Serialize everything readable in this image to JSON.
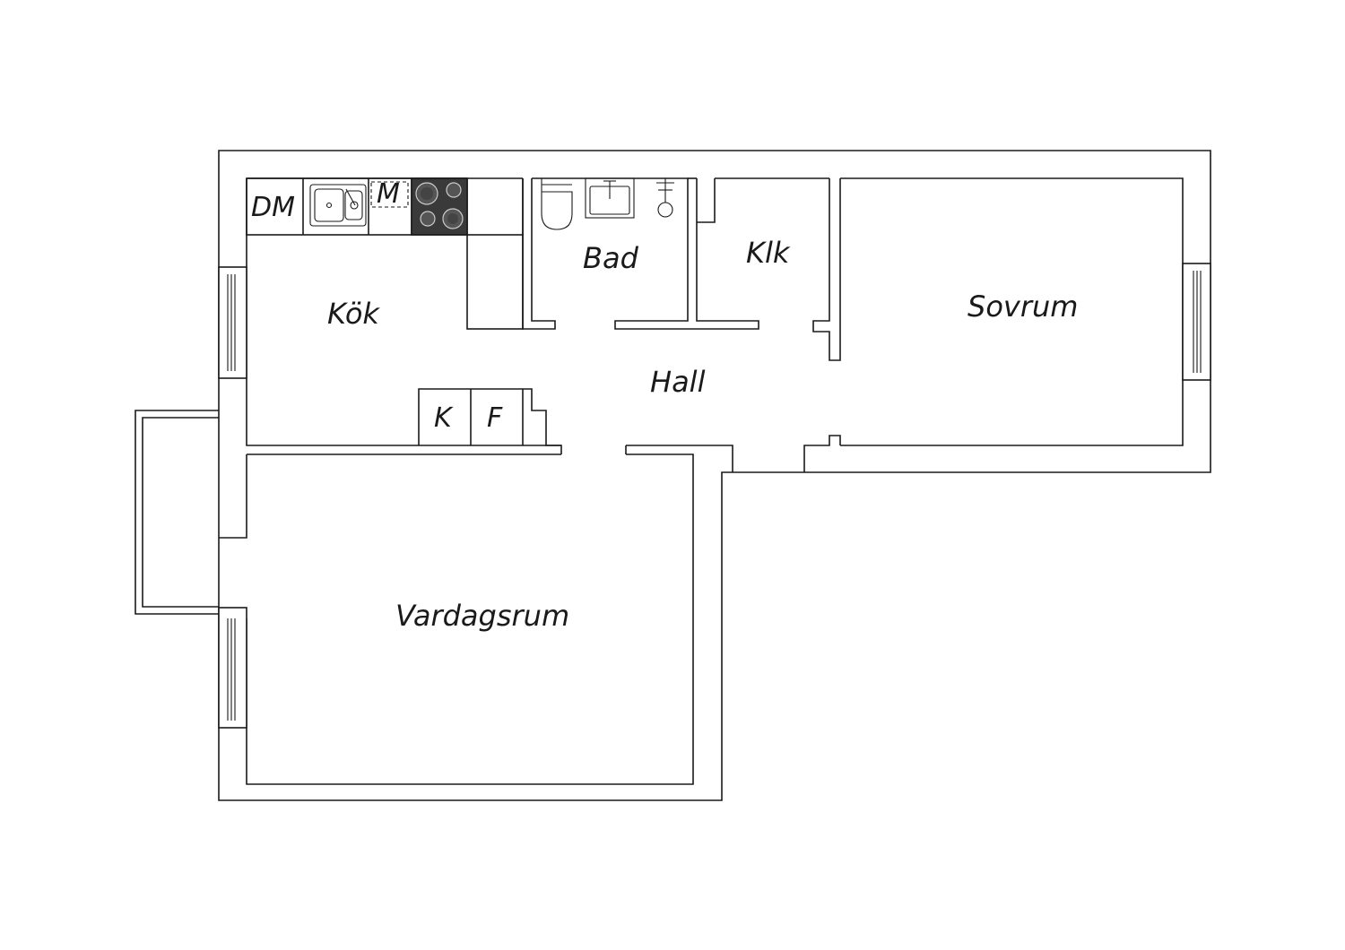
{
  "rooms": {
    "kitchen": "Kök",
    "bathroom": "Bad",
    "closet": "Klk",
    "bedroom": "Sovrum",
    "hall": "Hall",
    "living_room": "Vardagsrum"
  },
  "fixtures": {
    "dishwasher": "DM",
    "microwave": "M",
    "fridge": "K",
    "freezer": "F"
  },
  "colors": {
    "line": "#1a1a1a",
    "stove": "#3a3a3a",
    "background": "#ffffff"
  }
}
